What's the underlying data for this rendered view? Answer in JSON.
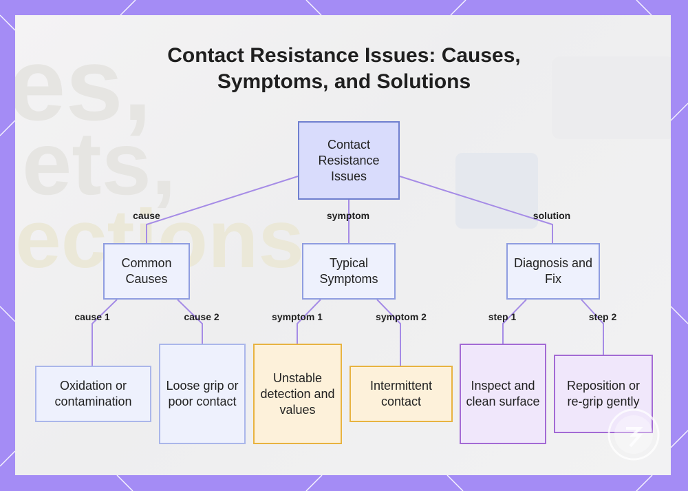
{
  "title": {
    "line1": "Contact Resistance Issues: Causes,",
    "line2": "Symptoms, and Solutions"
  },
  "nodes": {
    "root": "Contact Resistance Issues",
    "causes": "Common Causes",
    "symptoms": "Typical Symptoms",
    "fix": "Diagnosis and Fix",
    "oxidation": "Oxidation or contamination",
    "loose": "Loose grip or poor contact",
    "unstable": "Unstable detection and values",
    "intermittent": "Intermittent contact",
    "inspect": "Inspect and clean surface",
    "reposition": "Reposition or re-grip gently"
  },
  "edge_labels": {
    "cause": "cause",
    "symptom": "symptom",
    "solution": "solution",
    "cause1": "cause 1",
    "cause2": "cause 2",
    "symptom1": "symptom 1",
    "symptom2": "symptom 2",
    "step1": "step 1",
    "step2": "step 2"
  },
  "colors": {
    "edge": "#a58be6",
    "frame": "#a48cf5",
    "root_fill": "#d9dcfc",
    "symptom_border": "#e8b340",
    "solution_border": "#a36ad4"
  }
}
